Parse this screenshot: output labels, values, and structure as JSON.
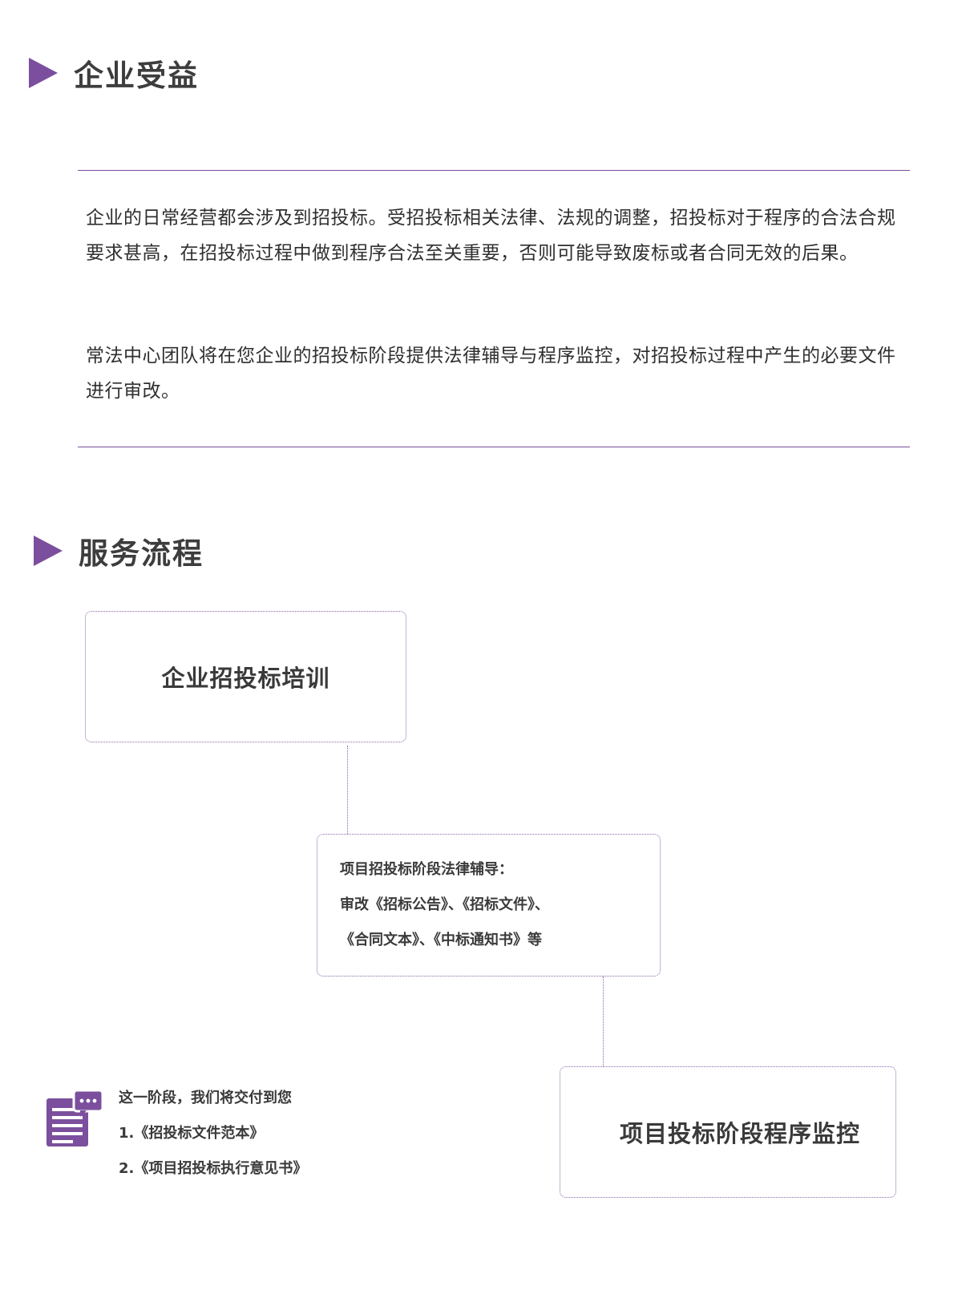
{
  "benefits": {
    "title": "企业受益",
    "paragraphs": [
      "企业的日常经营都会涉及到招投标。受招投标相关法律、法规的调整，招投标对于程序的合法合规要求甚高，在招投标过程中做到程序合法至关重要，否则可能导致废标或者合同无效的后果。",
      "常法中心团队将在您企业的招投标阶段提供法律辅导与程序监控，对招投标过程中产生的必要文件进行审改。"
    ]
  },
  "process": {
    "title": "服务流程",
    "step1": "企业招投标培训",
    "step2": {
      "lines": [
        "项目招投标阶段法律辅导：",
        "审改《招标公告》、《招标文件》、",
        "《合同文本》、《中标通知书》等"
      ]
    },
    "step3": "项目投标阶段程序监控",
    "deliverables": {
      "intro": "这一阶段，我们将交付到您",
      "items": [
        "1.《招投标文件范本》",
        "2.《项目招投标执行意见书》"
      ]
    },
    "icon": "document-chat-icon",
    "accent_color": "#7b4f9d"
  }
}
